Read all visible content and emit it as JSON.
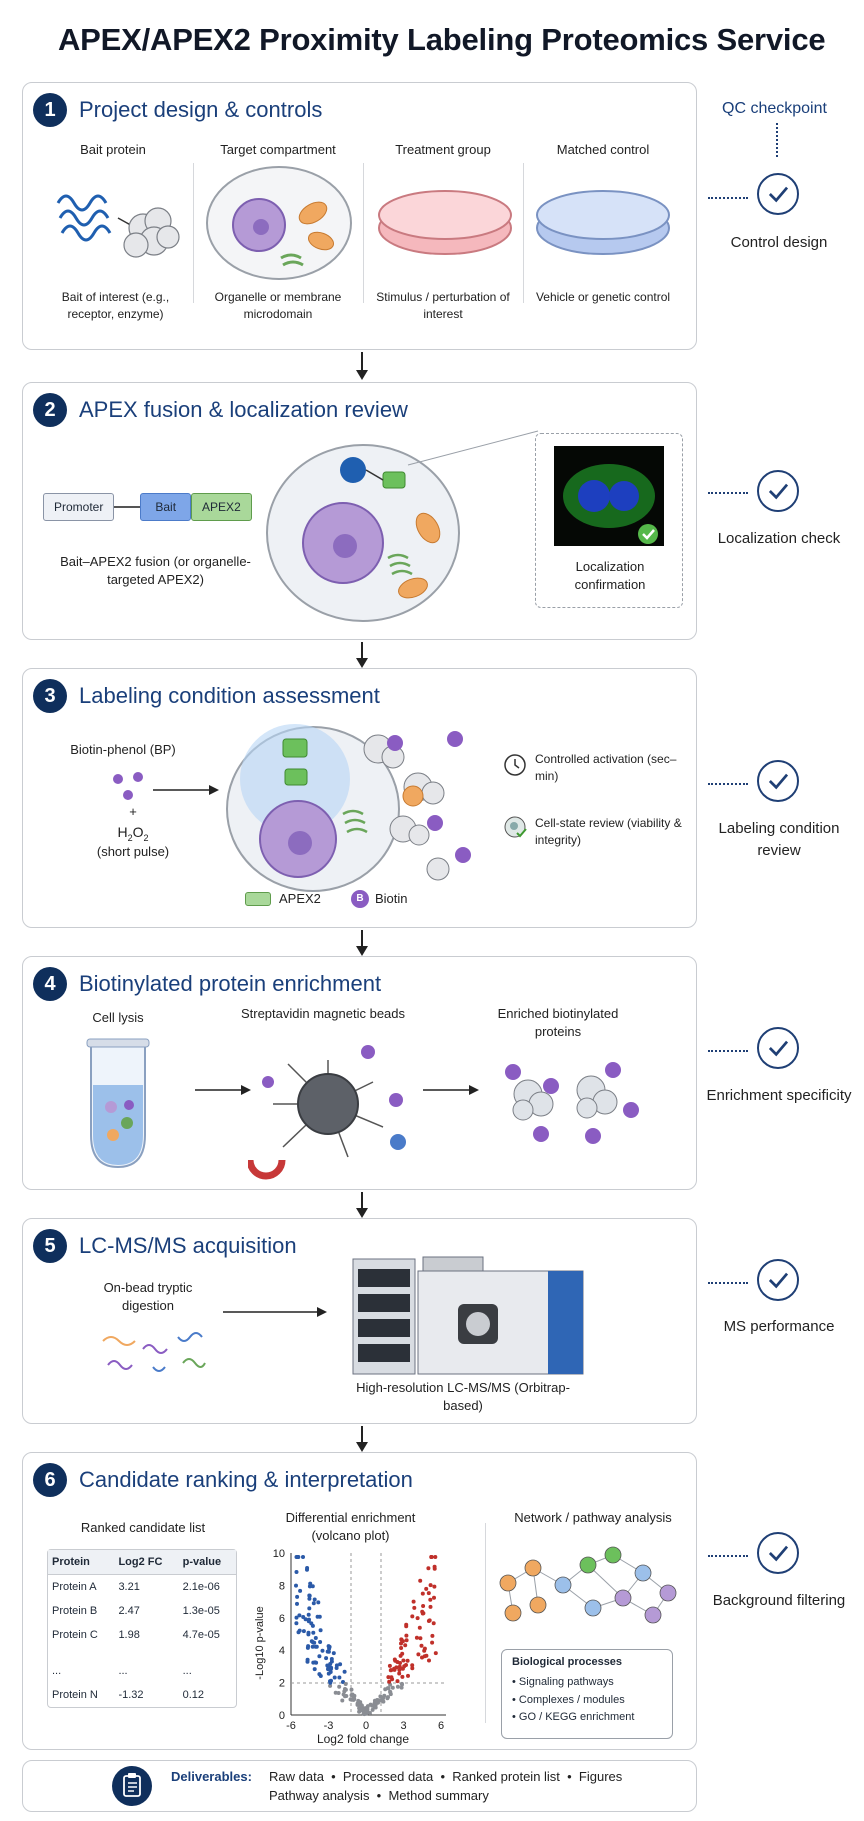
{
  "title": "APEX/APEX2 Proximity Labeling Proteomics Service",
  "qc": {
    "title": "QC checkpoint",
    "items": [
      "Control design",
      "Localization check",
      "Labeling condition review",
      "Enrichment specificity",
      "MS performance",
      "Background filtering"
    ]
  },
  "steps": [
    {
      "num": "1",
      "title": "Project design & controls",
      "panels": [
        {
          "header": "Bait protein",
          "caption": "Bait of interest (e.g., receptor, enzyme)"
        },
        {
          "header": "Target compartment",
          "caption": "Organelle or membrane microdomain"
        },
        {
          "header": "Treatment group",
          "caption": "Stimulus / perturbation of interest"
        },
        {
          "header": "Matched control",
          "caption": "Vehicle or genetic control"
        }
      ]
    },
    {
      "num": "2",
      "title": "APEX fusion & localization review",
      "construct": [
        "Promoter",
        "Bait",
        "APEX2"
      ],
      "caption": "Bait–APEX2 fusion (or organelle-targeted APEX2)",
      "inset": "Localization confirmation"
    },
    {
      "num": "3",
      "title": "Labeling condition assessment",
      "reagent": "Biotin-phenol (BP)",
      "plus": "+",
      "h2o2": "H",
      "sub2": "2",
      "o": "O",
      "pulse": "(short pulse)",
      "legend_apex": "APEX2",
      "legend_biotin": "Biotin",
      "biotin_mark": "B",
      "notes": [
        "Controlled activation (sec–min)",
        "Cell-state review (viability & integrity)"
      ]
    },
    {
      "num": "4",
      "title": "Biotinylated protein enrichment",
      "panels": [
        "Cell lysis",
        "Streptavidin magnetic beads",
        "Enriched biotinylated proteins"
      ]
    },
    {
      "num": "5",
      "title": "LC-MS/MS acquisition",
      "digest": "On-bead tryptic digestion",
      "instrument": "High-resolution LC-MS/MS (Orbitrap-based)"
    },
    {
      "num": "6",
      "title": "Candidate ranking & interpretation",
      "table": {
        "title": "Ranked candidate list",
        "headers": [
          "Protein",
          "Log2 FC",
          "p-value"
        ],
        "rows": [
          [
            "Protein A",
            "3.21",
            "2.1e-06"
          ],
          [
            "Protein B",
            "2.47",
            "1.3e-05"
          ],
          [
            "Protein C",
            "1.98",
            "4.7e-05"
          ],
          [
            "...",
            "...",
            "..."
          ],
          [
            "Protein N",
            "-1.32",
            "0.12"
          ]
        ]
      },
      "volcano": {
        "title": "Differential enrichment (volcano plot)",
        "xlabel": "Log2 fold change",
        "ylabel": "-Log10 p-value",
        "xticks": [
          "-6",
          "-3",
          "0",
          "3",
          "6"
        ],
        "yticks": [
          "0",
          "2",
          "4",
          "6",
          "8",
          "10"
        ]
      },
      "network": {
        "title": "Network / pathway analysis",
        "box_title": "Biological processes",
        "items": [
          "Signaling pathways",
          "Complexes / modules",
          "GO / KEGG enrichment"
        ]
      }
    }
  ],
  "deliverables": {
    "label": "Deliverables:",
    "line1": "Raw data  •  Processed data  •  Ranked protein list  •  Figures",
    "line2": "Pathway analysis  •  Method summary"
  }
}
